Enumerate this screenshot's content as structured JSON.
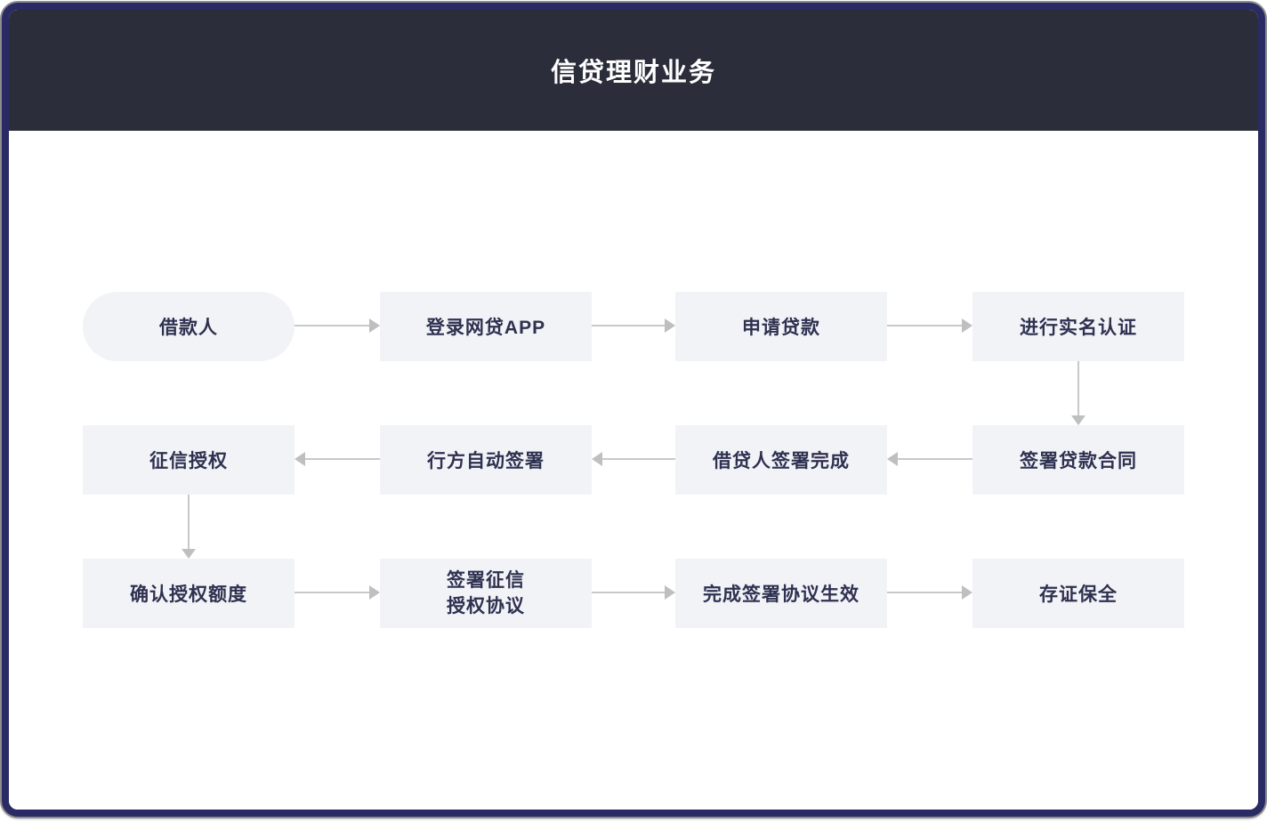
{
  "header": {
    "title": "信贷理财业务"
  },
  "flow": {
    "nodes": [
      {
        "id": "borrower",
        "label": "借款人",
        "shape": "pill"
      },
      {
        "id": "login-app",
        "label": "登录网贷APP",
        "shape": "rect"
      },
      {
        "id": "apply-loan",
        "label": "申请贷款",
        "shape": "rect"
      },
      {
        "id": "real-name-auth",
        "label": "进行实名认证",
        "shape": "rect"
      },
      {
        "id": "sign-loan-contract",
        "label": "签署贷款合同",
        "shape": "rect"
      },
      {
        "id": "borrower-sign-done",
        "label": "借贷人签署完成",
        "shape": "rect"
      },
      {
        "id": "bank-auto-sign",
        "label": "行方自动签署",
        "shape": "rect"
      },
      {
        "id": "credit-authorization",
        "label": "征信授权",
        "shape": "rect"
      },
      {
        "id": "confirm-credit-limit",
        "label": "确认授权额度",
        "shape": "rect"
      },
      {
        "id": "sign-credit-agreement",
        "label": "签署征信授权协议",
        "shape": "rect",
        "lines": {
          "0": "签署征信",
          "1": "授权协议"
        }
      },
      {
        "id": "agreement-effective",
        "label": "完成签署协议生效",
        "shape": "rect"
      },
      {
        "id": "evidence-preservation",
        "label": "存证保全",
        "shape": "rect"
      }
    ],
    "direction": "row1 left-to-right, row2 right-to-left, row3 left-to-right"
  },
  "colors": {
    "header_bg": "#2b2e3a",
    "card_border": "#2a2a64",
    "node_bg": "#f2f3f7",
    "node_text": "#2e3150",
    "arrow": "#c8c8c8",
    "title_text": "#ffffff",
    "body_bg": "#ffffff"
  }
}
